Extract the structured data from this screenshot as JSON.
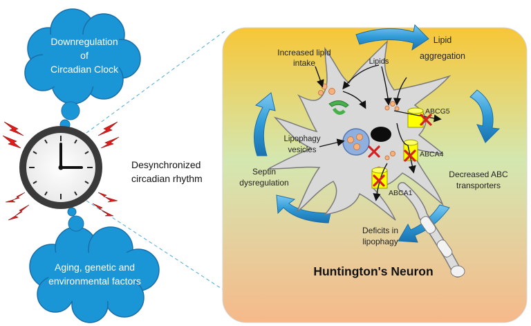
{
  "clouds": {
    "top": [
      "Downregulation",
      "of",
      "Circadian Clock"
    ],
    "bottom": [
      "Aging, genetic and",
      "environmental factors"
    ]
  },
  "desync_text": [
    "Desynchronized",
    "circadian rhythm"
  ],
  "neuron_panel": {
    "title": "Huntington's Neuron",
    "labels": {
      "increased_lipid_intake": [
        "Increased lipid",
        "intake"
      ],
      "lipids": "Lipids",
      "lipid_aggregation": [
        "Lipid",
        "aggregation"
      ],
      "abcg5": "ABCG5",
      "abca4": "ABCA4",
      "abca1": "ABCA1",
      "lipophagy_vesicles": [
        "Lipophagy",
        "vesicles"
      ],
      "septin_dysregulation": [
        "Septin",
        "dysregulation"
      ],
      "decreased_abc": [
        "Decreased ABC",
        "transporters"
      ],
      "deficits_lipophagy": [
        "Deficits in",
        "lipophagy"
      ]
    }
  },
  "colors": {
    "cloud_blue": "#1a96d6",
    "arrow_blue": "#2e9fd8",
    "panel_top": "#f7cf3d",
    "panel_mid": "#cfe6b0",
    "panel_bottom": "#f5bd8c",
    "neuron_gray": "#d9d9d9",
    "transporter_yellow": "#ffff00",
    "x_red": "#d62020",
    "clock_red": "#e41b1b"
  }
}
